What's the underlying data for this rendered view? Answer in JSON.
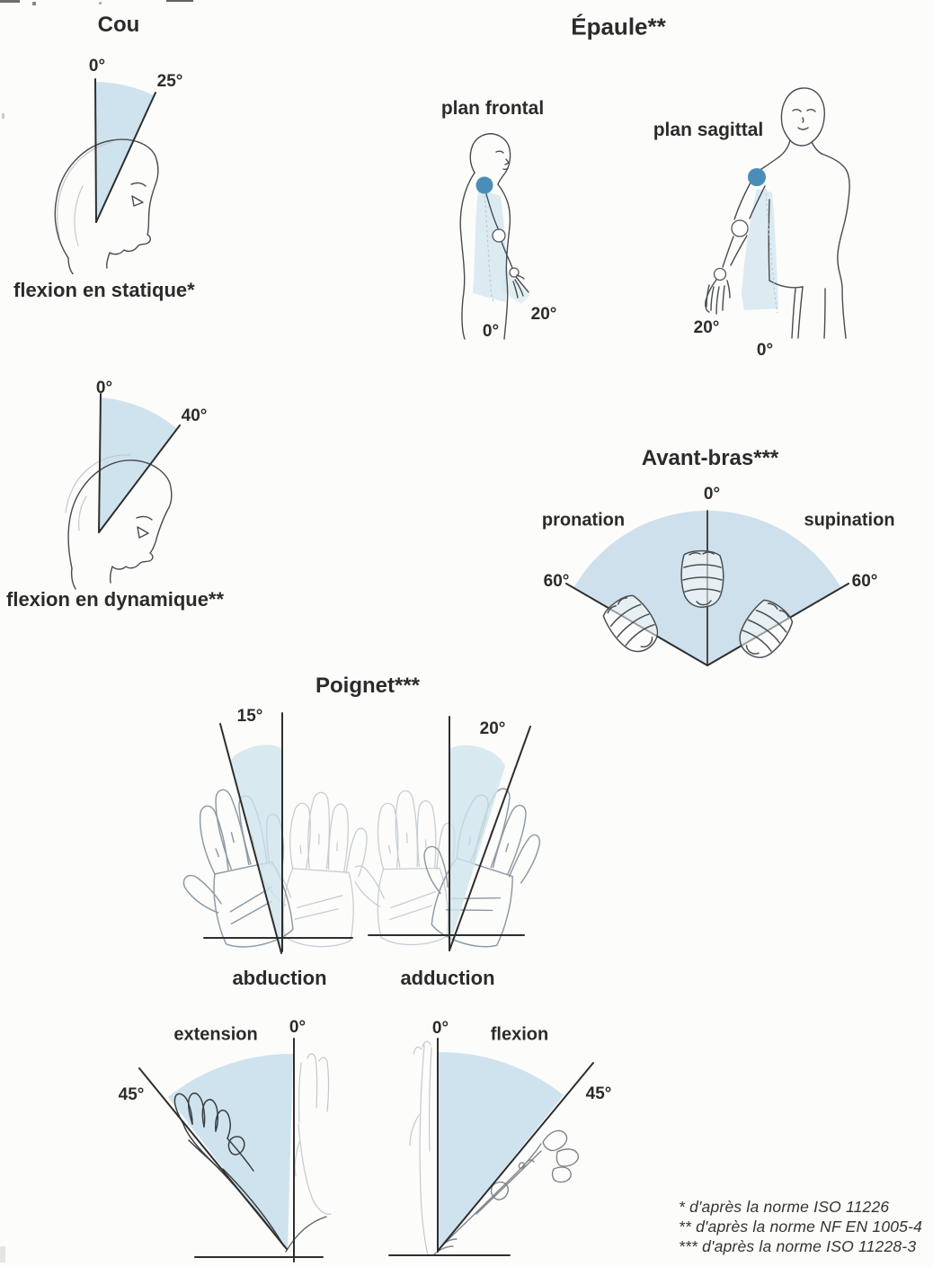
{
  "cou": {
    "title": "Cou",
    "static": {
      "zero": "0°",
      "angle": "25°",
      "caption": "flexion en statique*"
    },
    "dynamic": {
      "zero": "0°",
      "angle": "40°",
      "caption": "flexion en dynamique**"
    }
  },
  "epaule": {
    "title": "Épaule**",
    "frontal": {
      "label": "plan frontal",
      "zero": "0°",
      "angle": "20°"
    },
    "sagittal": {
      "label": "plan sagittal",
      "zero": "0°",
      "angle": "20°"
    }
  },
  "avant_bras": {
    "title": "Avant-bras***",
    "zero": "0°",
    "pronation_label": "pronation",
    "supination_label": "supination",
    "pronation_angle": "60°",
    "supination_angle": "60°"
  },
  "poignet": {
    "title": "Poignet***",
    "abduction": {
      "angle": "15°",
      "caption": "abduction"
    },
    "adduction": {
      "angle": "20°",
      "caption": "adduction"
    },
    "extension": {
      "label": "extension",
      "zero": "0°",
      "angle": "45°"
    },
    "flexion": {
      "label": "flexion",
      "zero": "0°",
      "angle": "45°"
    }
  },
  "footnotes": {
    "line1": "* d'après la norme ISO 11226",
    "line2": "** d'après la norme NF EN 1005-4",
    "line3": "*** d'après la norme ISO 11228-3"
  },
  "colors": {
    "range_fill": "#cfe3ee",
    "joint_dot": "#4a8db8",
    "ink": "#2e2e2e"
  }
}
